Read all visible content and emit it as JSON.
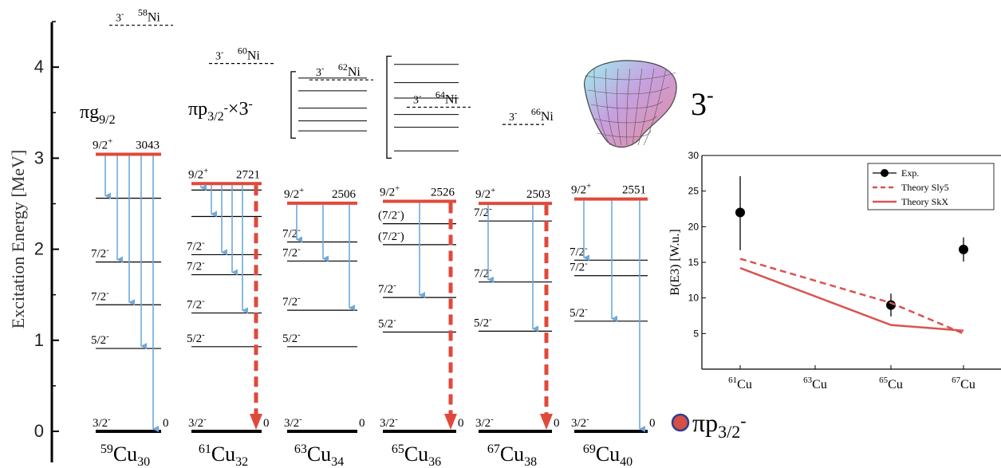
{
  "colors": {
    "state_color": "#e0493a",
    "gamma_color": "#6fa8dc",
    "axis_color": "#000000",
    "theory_color": "#d9534f",
    "marker_fill": "#d65046",
    "marker_ring": "#2e3f8f"
  },
  "chart_data": [
    {
      "type": "level-scheme",
      "ylabel": "Excitation Energy [MeV]",
      "ylim": [
        0,
        4.5
      ],
      "yticks": [
        "0",
        "1",
        "2",
        "3",
        "4"
      ],
      "nuclei": [
        {
          "label": "59Cu30",
          "label_mass": "59",
          "label_sym": "Cu",
          "label_n": "30",
          "ground": {
            "spin": "3/2-",
            "energy_label": "0"
          },
          "top": {
            "spin": "9/2+",
            "energy_label": "3043",
            "energy": 3.043
          },
          "levels": [
            {
              "energy": 2.56,
              "spin": ""
            },
            {
              "energy": 1.86,
              "spin": "7/2-"
            },
            {
              "energy": 1.39,
              "spin": "7/2-"
            },
            {
              "energy": 0.91,
              "spin": "5/2-"
            }
          ],
          "transitions": [
            {
              "to": 2.56,
              "type": "gamma"
            },
            {
              "to": 1.86,
              "type": "gamma"
            },
            {
              "to": 1.39,
              "type": "gamma"
            },
            {
              "to": 0.91,
              "type": "gamma"
            },
            {
              "to": 0.0,
              "type": "gamma"
            }
          ],
          "octupole": {
            "label": "3-",
            "mass": "58",
            "sym": "Ni",
            "energy": 4.46
          }
        },
        {
          "label": "61Cu32",
          "label_mass": "61",
          "label_sym": "Cu",
          "label_n": "32",
          "ground": {
            "spin": "3/2-",
            "energy_label": "0"
          },
          "top": {
            "spin": "9/2+",
            "energy_label": "2721",
            "energy": 2.721
          },
          "levels": [
            {
              "energy": 2.65,
              "spin": ""
            },
            {
              "energy": 2.36,
              "spin": ""
            },
            {
              "energy": 1.94,
              "spin": "7/2-"
            },
            {
              "energy": 1.72,
              "spin": "7/2-"
            },
            {
              "energy": 1.3,
              "spin": "7/2-"
            },
            {
              "energy": 0.93,
              "spin": "5/2-"
            }
          ],
          "transitions": [
            {
              "to": 2.65,
              "type": "gamma"
            },
            {
              "to": 2.36,
              "type": "gamma"
            },
            {
              "to": 1.94,
              "type": "gamma"
            },
            {
              "to": 1.72,
              "type": "gamma"
            },
            {
              "to": 1.3,
              "type": "gamma"
            },
            {
              "to": 0.0,
              "type": "E3"
            }
          ],
          "octupole": {
            "label": "3-",
            "mass": "60",
            "sym": "Ni",
            "energy": 4.04
          }
        },
        {
          "label": "63Cu34",
          "label_mass": "63",
          "label_sym": "Cu",
          "label_n": "34",
          "ground": {
            "spin": "3/2-",
            "energy_label": "0"
          },
          "top": {
            "spin": "9/2+",
            "energy_label": "2506",
            "energy": 2.506
          },
          "levels": [
            {
              "energy": 2.08,
              "spin": "7/2-"
            },
            {
              "energy": 1.87,
              "spin": "7/2-"
            },
            {
              "energy": 1.33,
              "spin": "7/2-"
            },
            {
              "energy": 0.93,
              "spin": "5/2-"
            }
          ],
          "transitions": [
            {
              "to": 2.08,
              "type": "gamma"
            },
            {
              "to": 1.87,
              "type": "gamma"
            },
            {
              "to": 1.33,
              "type": "gamma"
            }
          ],
          "octupole": {
            "label": "3-",
            "mass": "62",
            "sym": "Ni",
            "energy": 3.86
          }
        },
        {
          "label": "65Cu36",
          "label_mass": "65",
          "label_sym": "Cu",
          "label_n": "36",
          "ground": {
            "spin": "3/2-",
            "energy_label": "0"
          },
          "top": {
            "spin": "9/2+",
            "energy_label": "2526",
            "energy": 2.526
          },
          "levels": [
            {
              "energy": 2.28,
              "spin": "(7/2-)"
            },
            {
              "energy": 2.05,
              "spin": "(7/2-)"
            },
            {
              "energy": 1.47,
              "spin": "7/2-"
            },
            {
              "energy": 1.09,
              "spin": "5/2-"
            }
          ],
          "transitions": [
            {
              "to": 1.47,
              "type": "gamma"
            },
            {
              "to": 0.0,
              "type": "E3"
            }
          ],
          "octupole": {
            "label": "3-",
            "mass": "64",
            "sym": "Ni",
            "energy": 3.56
          }
        },
        {
          "label": "67Cu38",
          "label_mass": "67",
          "label_sym": "Cu",
          "label_n": "38",
          "ground": {
            "spin": "3/2-",
            "energy_label": "0"
          },
          "top": {
            "spin": "9/2+",
            "energy_label": "2503",
            "energy": 2.503
          },
          "levels": [
            {
              "energy": 2.31,
              "spin": "7/2-"
            },
            {
              "energy": 1.64,
              "spin": "7/2-"
            },
            {
              "energy": 1.1,
              "spin": "5/2-"
            }
          ],
          "transitions": [
            {
              "to": 1.64,
              "type": "gamma"
            },
            {
              "to": 1.1,
              "type": "gamma"
            },
            {
              "to": 0.0,
              "type": "E3"
            }
          ],
          "octupole": {
            "label": "3-",
            "mass": "66",
            "sym": "Ni",
            "energy": 3.37
          }
        },
        {
          "label": "69Cu40",
          "label_mass": "69",
          "label_sym": "Cu",
          "label_n": "40",
          "ground": {
            "spin": "3/2-",
            "energy_label": "0"
          },
          "top": {
            "spin": "9/2+",
            "energy_label": "2551",
            "energy": 2.551
          },
          "levels": [
            {
              "energy": 1.88,
              "spin": "7/2-"
            },
            {
              "energy": 1.71,
              "spin": "7/2-"
            },
            {
              "energy": 1.21,
              "spin": "5/2-"
            }
          ],
          "transitions": [
            {
              "to": 1.88,
              "type": "gamma"
            },
            {
              "to": 1.21,
              "type": "gamma"
            },
            {
              "to": 0.0,
              "type": "gamma"
            }
          ],
          "octupole": null
        }
      ],
      "multiplet_label": {
        "text": "πp3/2-×3-"
      },
      "g92_label": {
        "text": "πg9/2"
      },
      "p32_label": {
        "text": "πp3/2-"
      },
      "octupole_label": {
        "text": "3-"
      },
      "multiplet_brackets": [
        {
          "nucleus": "63Cu34",
          "levels": [
            3.88,
            3.74,
            3.55,
            3.41,
            3.3
          ]
        },
        {
          "nucleus": "65Cu36",
          "levels": [
            4.03,
            3.83,
            3.66,
            3.48,
            3.34,
            3.08
          ]
        }
      ]
    },
    {
      "type": "scatter",
      "ylabel": "B(E3) [W.u.]",
      "xlabel": "",
      "ylim": [
        0,
        30
      ],
      "yticks": [
        5,
        10,
        15,
        20,
        25,
        30
      ],
      "x_categories": [
        {
          "mass": "61",
          "sym": "Cu"
        },
        {
          "mass": "63",
          "sym": "Cu"
        },
        {
          "mass": "65",
          "sym": "Cu"
        },
        {
          "mass": "67",
          "sym": "Cu"
        }
      ],
      "legend": {
        "position": "top-right",
        "entries": [
          "Exp.",
          "Theory Sly5",
          "Theory SkX"
        ]
      },
      "series": [
        {
          "name": "Exp.",
          "style": "points",
          "points": [
            {
              "x": "61Cu",
              "y": 22.0,
              "err_low": 5.3,
              "err_high": 5.1
            },
            {
              "x": "65Cu",
              "y": 9.0,
              "err_low": 1.6,
              "err_high": 1.6
            },
            {
              "x": "67Cu",
              "y": 16.8,
              "err_low": 1.7,
              "err_high": 1.7
            }
          ]
        },
        {
          "name": "Theory Sly5",
          "style": "dashed",
          "points": [
            {
              "x": "61Cu",
              "y": 15.5
            },
            {
              "x": "65Cu",
              "y": 9.3
            },
            {
              "x": "67Cu",
              "y": 5.0
            }
          ]
        },
        {
          "name": "Theory SkX",
          "style": "solid",
          "points": [
            {
              "x": "61Cu",
              "y": 14.2
            },
            {
              "x": "65Cu",
              "y": 6.2
            },
            {
              "x": "67Cu",
              "y": 5.4
            }
          ]
        }
      ]
    }
  ]
}
